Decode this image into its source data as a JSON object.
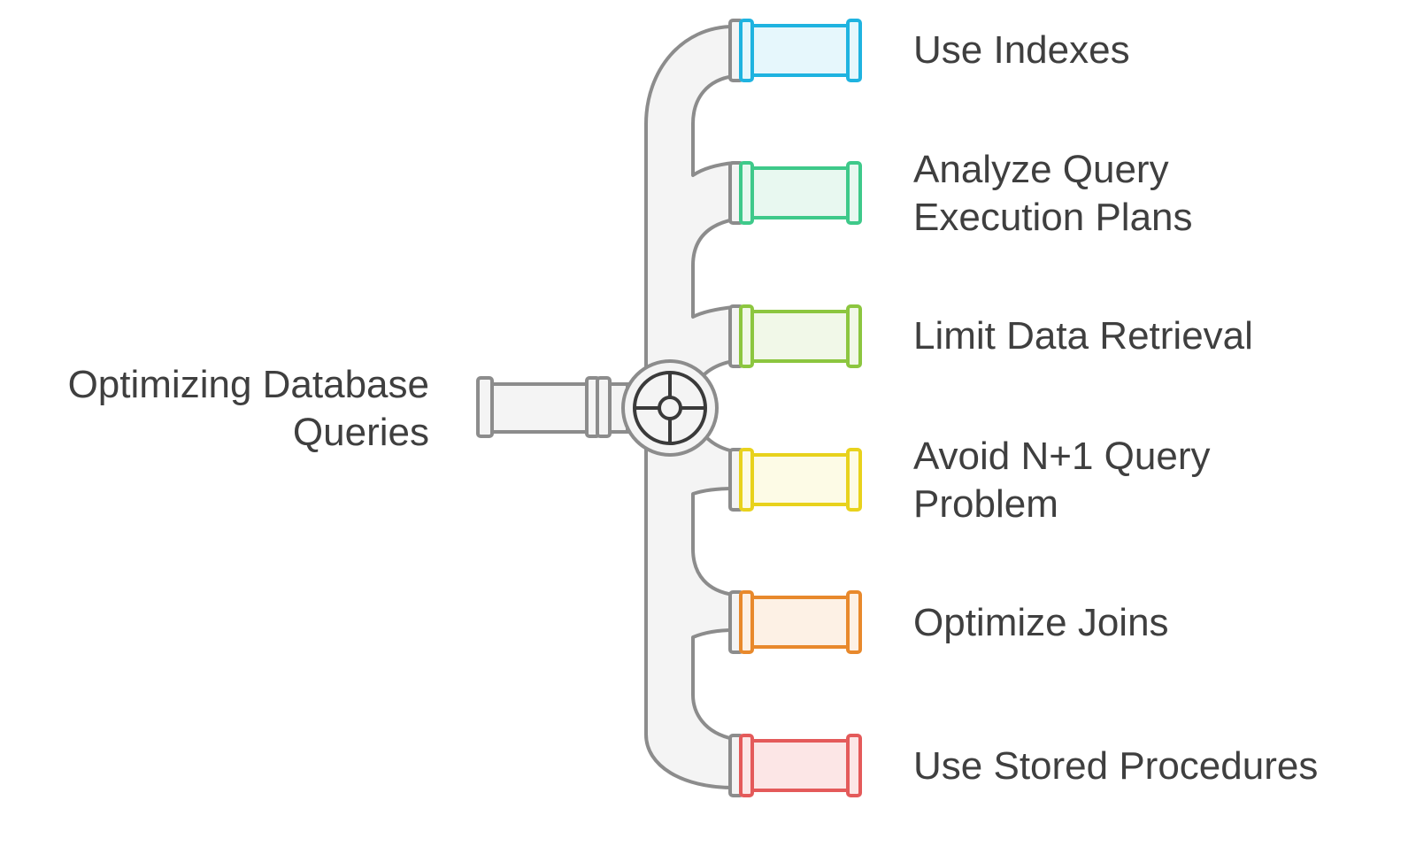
{
  "source": {
    "line1": "Optimizing Database",
    "line2": "Queries"
  },
  "outputs": [
    {
      "line1": "Use Indexes",
      "line2": "",
      "color": "#1fb3e0",
      "fill": "#e6f7fc"
    },
    {
      "line1": "Analyze Query",
      "line2": "Execution Plans",
      "color": "#3ec98a",
      "fill": "#e8f8f0"
    },
    {
      "line1": "Limit Data Retrieval",
      "line2": "",
      "color": "#8cc63f",
      "fill": "#f1f8e8"
    },
    {
      "line1": "Avoid N+1 Query",
      "line2": "Problem",
      "color": "#e8d21c",
      "fill": "#fdfbe6"
    },
    {
      "line1": "Optimize Joins",
      "line2": "",
      "color": "#e8892c",
      "fill": "#fdf1e5"
    },
    {
      "line1": "Use Stored Procedures",
      "line2": "",
      "color": "#e45a5a",
      "fill": "#fce6e6"
    }
  ],
  "pipe_color": "#8c8c8c",
  "pipe_fill": "#f4f4f4"
}
